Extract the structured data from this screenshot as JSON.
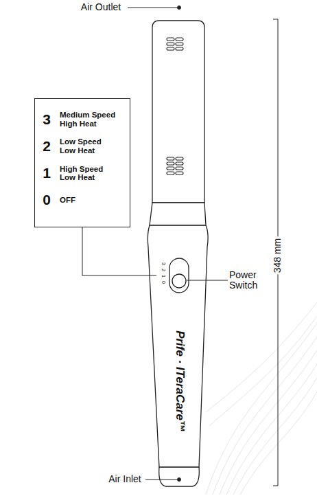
{
  "diagram": {
    "nodes": [
      {
        "text": [
          "3",
          "Medium Speed High Heat",
          "2",
          "Low Speed Low Heat",
          "1",
          "High Speed Low Heat",
          "0",
          "OFF"
        ]
      }
    ],
    "edges": [],
    "labels": [
      "Air Outlet",
      "Power Switch",
      "Air Inlet",
      "348 mm",
      "3",
      "2",
      "1",
      "0",
      "Prife · ITeraCare™"
    ]
  }
}
